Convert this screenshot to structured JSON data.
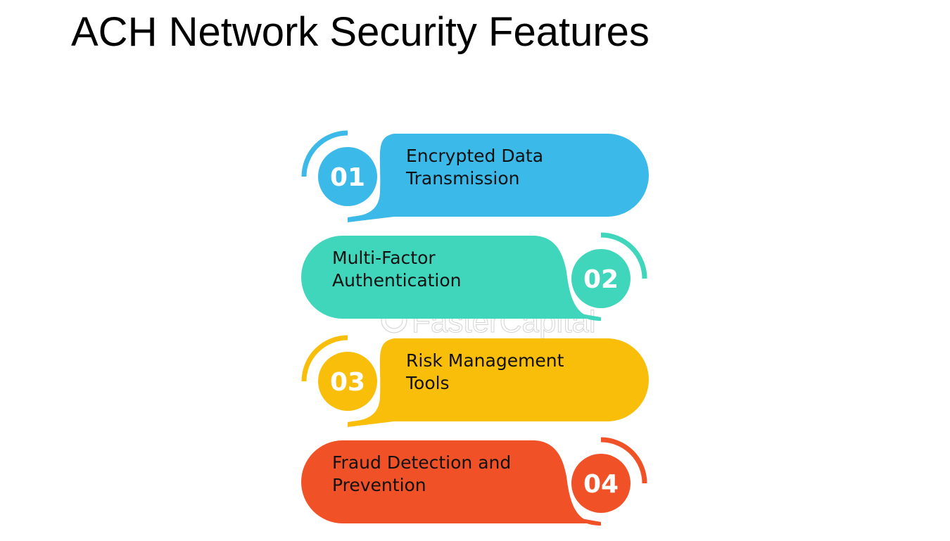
{
  "title": "ACH Network Security Features",
  "watermark": "FasterCapital",
  "items": [
    {
      "number": "01",
      "line1": "Encrypted Data",
      "line2": "Transmission",
      "color": "#3BB9E8",
      "side": "left"
    },
    {
      "number": "02",
      "line1": "Multi-Factor",
      "line2": "Authentication",
      "color": "#40D6BB",
      "side": "right"
    },
    {
      "number": "03",
      "line1": "Risk Management",
      "line2": "Tools",
      "color": "#F9BE0A",
      "side": "left"
    },
    {
      "number": "04",
      "line1": "Fraud Detection and",
      "line2": "Prevention",
      "color": "#F05127",
      "side": "right"
    }
  ]
}
